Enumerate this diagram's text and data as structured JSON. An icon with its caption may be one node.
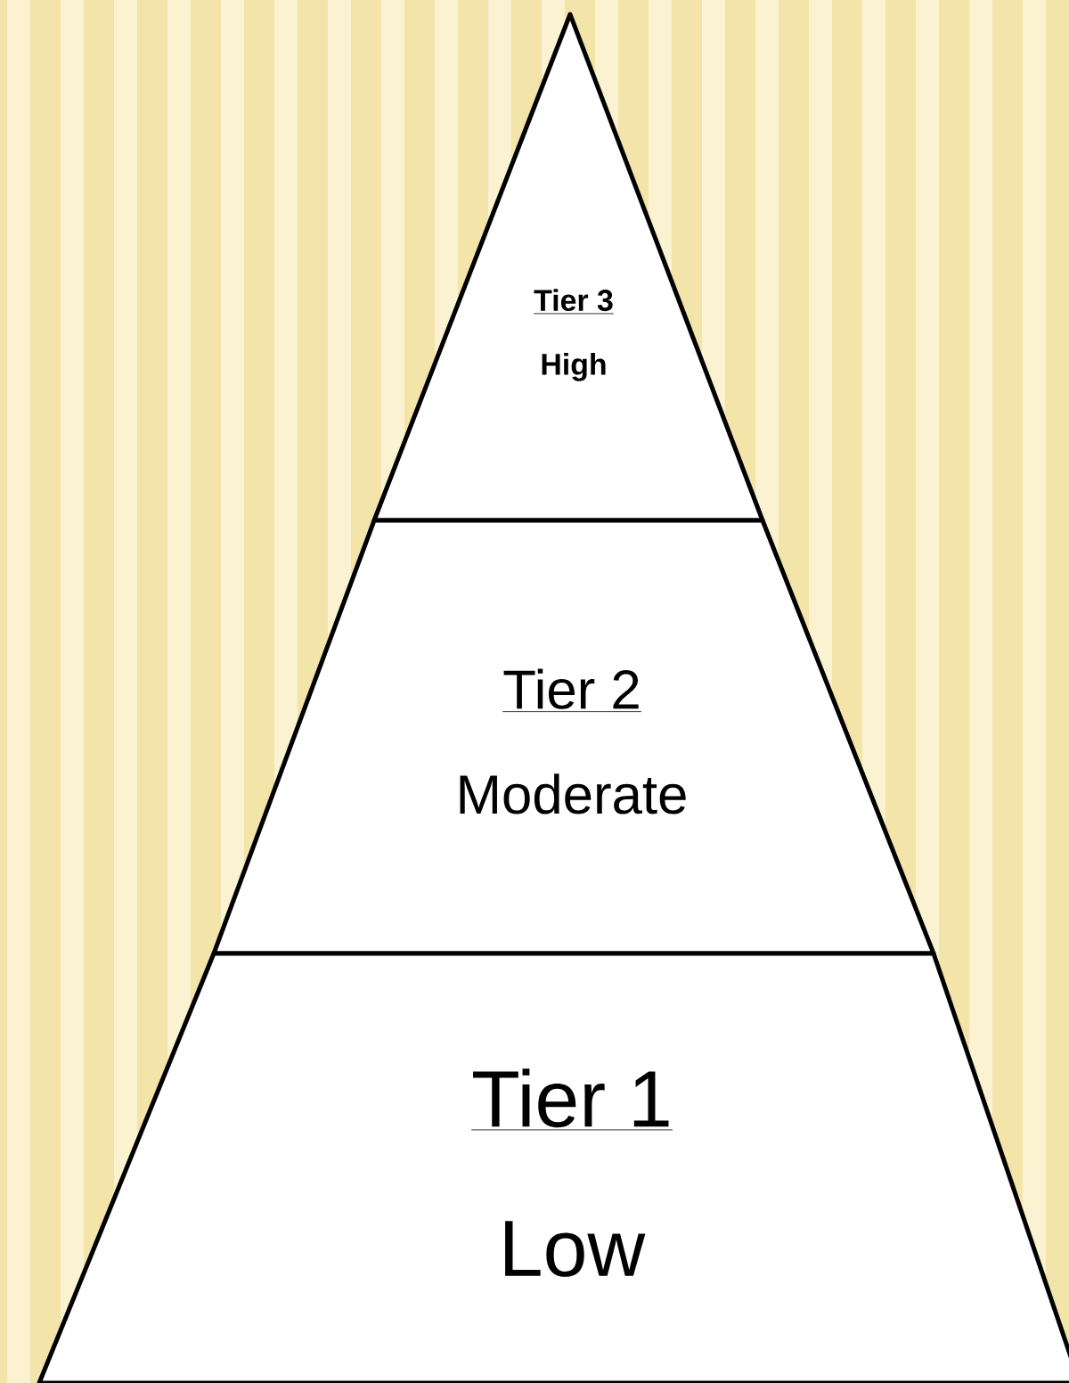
{
  "diagram": {
    "nodes": [
      {
        "text": [
          "Tier 3",
          "High"
        ]
      },
      {
        "text": [
          "Tier 2",
          "Moderate"
        ]
      },
      {
        "text": [
          "Tier 1",
          "Low"
        ]
      }
    ]
  }
}
